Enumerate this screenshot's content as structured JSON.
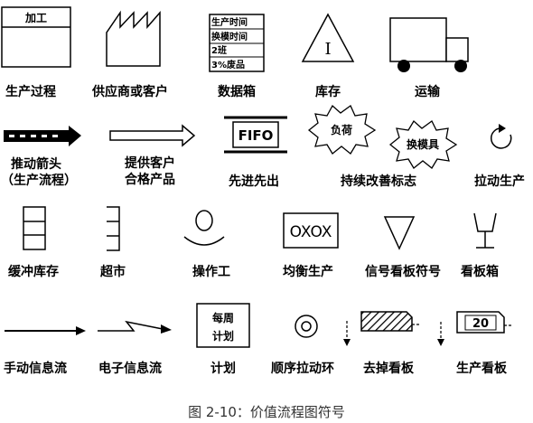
{
  "caption": "图 2-10：价值流程图符号",
  "symbols": {
    "process": {
      "label": "生产过程",
      "header": "加工"
    },
    "supplier": {
      "label": "供应商或客户"
    },
    "data_box": {
      "label": "数据箱",
      "rows": [
        "生产时间",
        "换模时间",
        "2班",
        "3%废品"
      ]
    },
    "inventory": {
      "label": "库存",
      "mark": "I"
    },
    "shipment": {
      "label": "运输"
    },
    "push_arrow": {
      "label_line1": "推动箭头",
      "label_line2": "（生产流程）"
    },
    "shipment_arrow": {
      "label_line1": "提供客户",
      "label_line2": "合格产品"
    },
    "fifo": {
      "label": "先进先出",
      "text": "FIFO"
    },
    "kaizen": {
      "label": "持续改善标志",
      "burst1": "负荷",
      "burst2": "换模具"
    },
    "pull": {
      "label": "拉动生产"
    },
    "buffer": {
      "label": "缓冲库存"
    },
    "supermarket": {
      "label": "超市"
    },
    "operator": {
      "label": "操作工"
    },
    "load_leveling": {
      "label": "均衡生产",
      "text": "OXOX"
    },
    "signal_kanban": {
      "label": "信号看板符号"
    },
    "kanban_post": {
      "label": "看板箱"
    },
    "manual_info": {
      "label": "手动信息流"
    },
    "electronic_info": {
      "label": "电子信息流"
    },
    "schedule": {
      "label": "计划",
      "line1": "每周",
      "line2": "计划"
    },
    "sequenced_pull": {
      "label": "顺序拉动环"
    },
    "withdrawal_kanban": {
      "label": "去掉看板"
    },
    "production_kanban": {
      "label": "生产看板",
      "value": "20"
    }
  }
}
